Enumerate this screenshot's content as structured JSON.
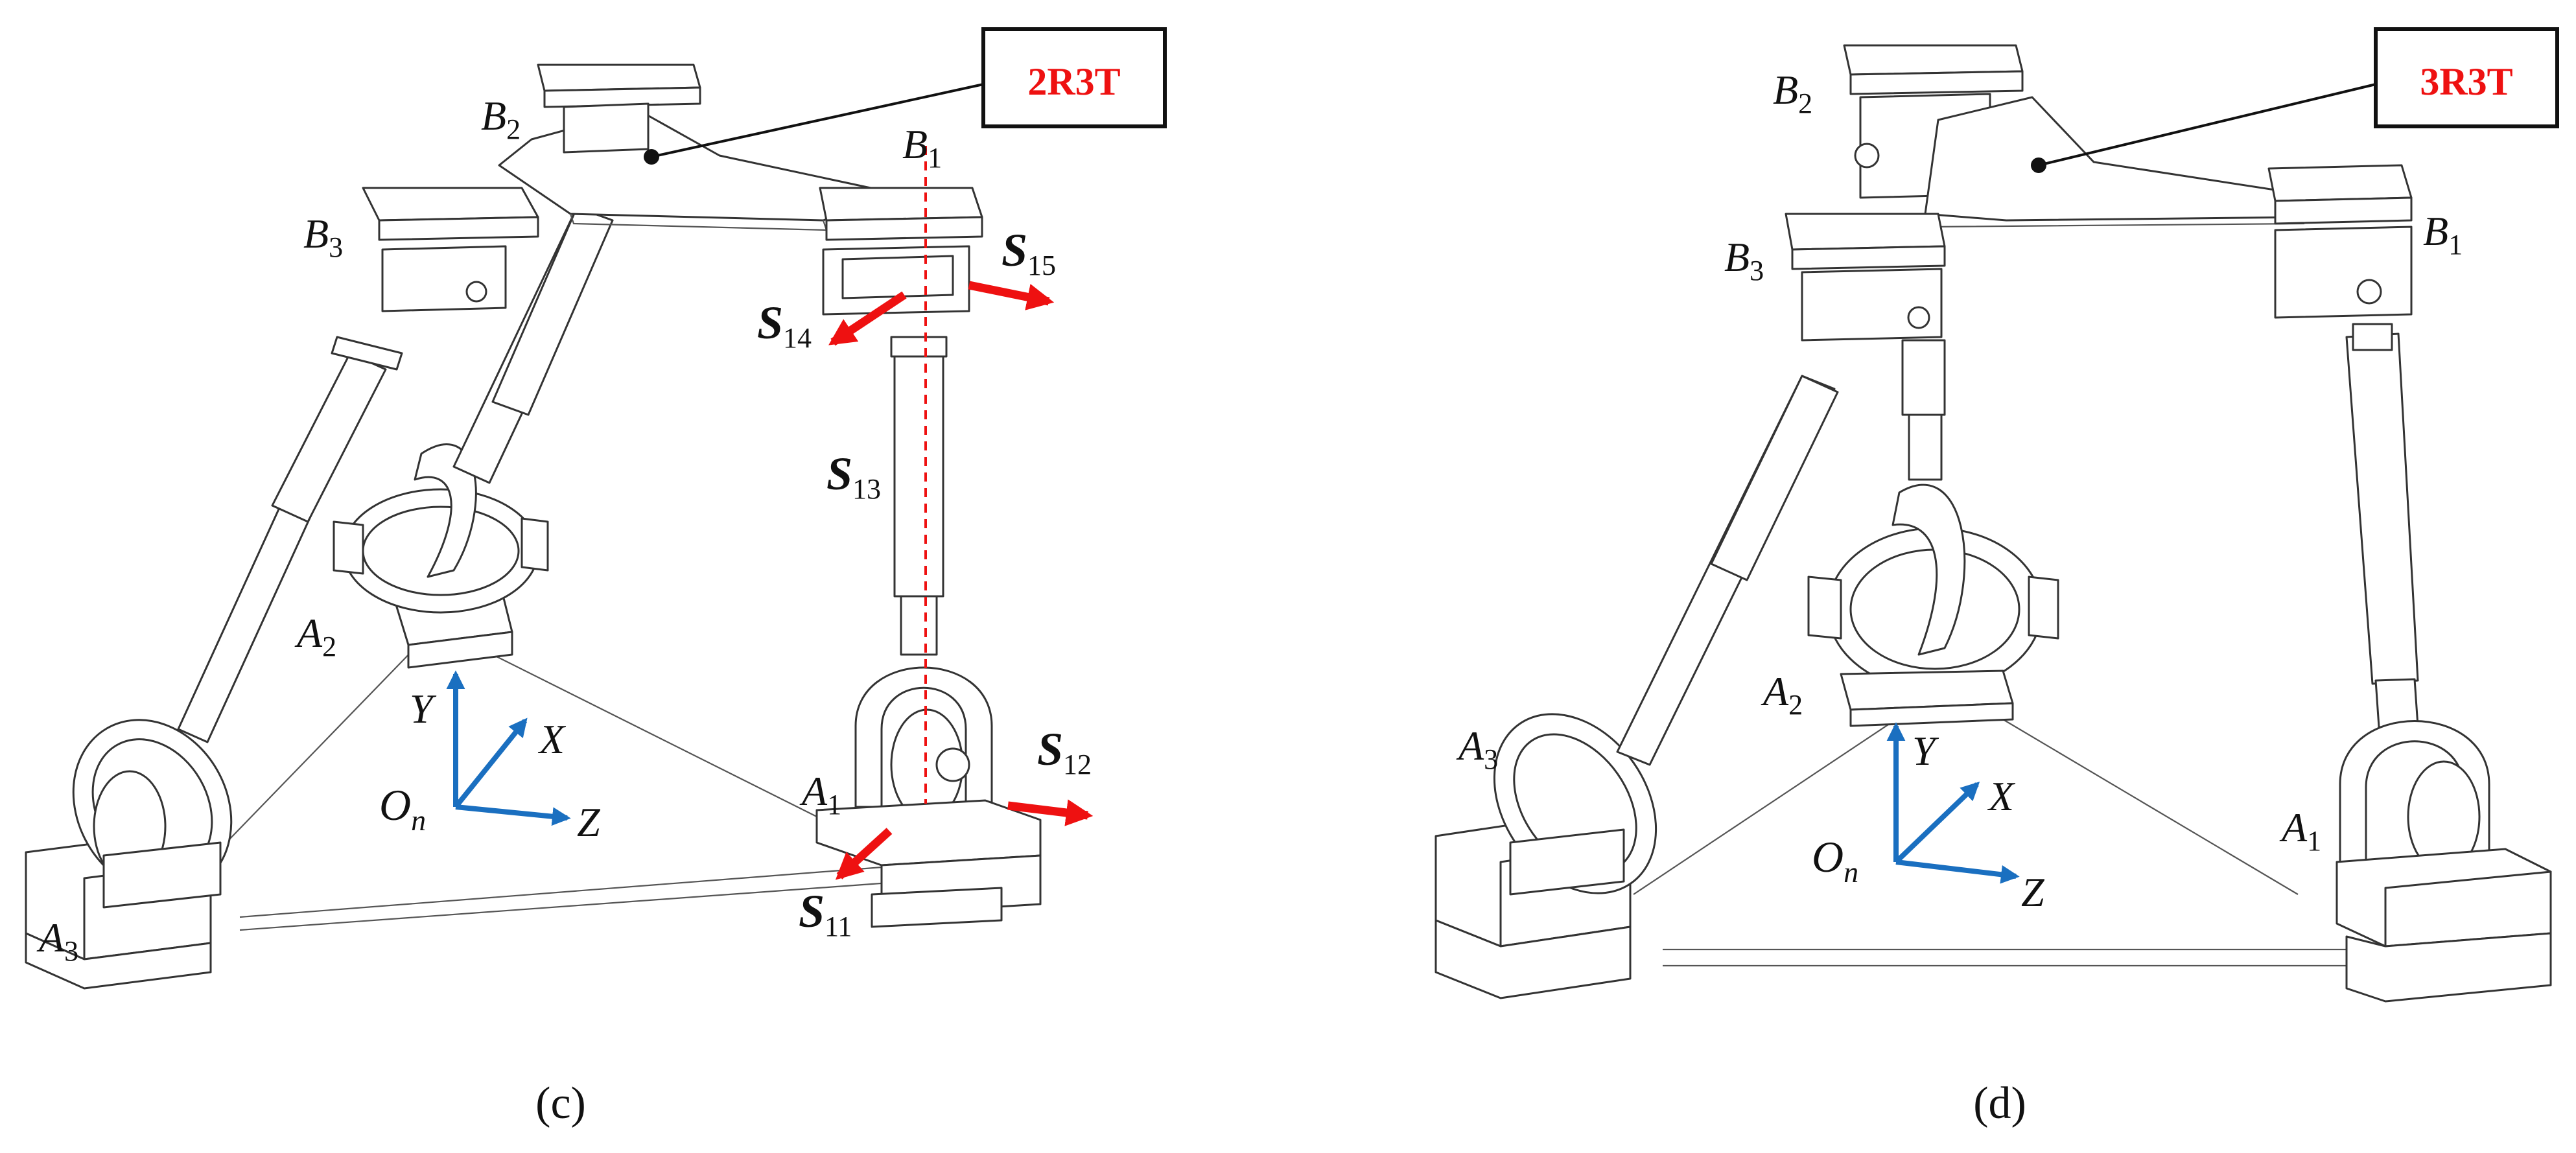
{
  "colors": {
    "accent_red": "#ee1111",
    "axis_blue": "#1a6fc0",
    "line": "#333333"
  },
  "panel_c": {
    "tag": "2R3T",
    "caption": "(c)",
    "joints": {
      "A1": {
        "main": "A",
        "sub": "1"
      },
      "A2": {
        "main": "A",
        "sub": "2"
      },
      "A3": {
        "main": "A",
        "sub": "3"
      },
      "B1": {
        "main": "B",
        "sub": "1"
      },
      "B2": {
        "main": "B",
        "sub": "2"
      },
      "B3": {
        "main": "B",
        "sub": "3"
      }
    },
    "screws": {
      "S11": {
        "main": "S",
        "sub": "11"
      },
      "S12": {
        "main": "S",
        "sub": "12"
      },
      "S13": {
        "main": "S",
        "sub": "13"
      },
      "S14": {
        "main": "S",
        "sub": "14"
      },
      "S15": {
        "main": "S",
        "sub": "15"
      }
    },
    "axes": {
      "x": "X",
      "y": "Y",
      "z": "Z",
      "origin": "O",
      "origin_sub": "n"
    }
  },
  "panel_d": {
    "tag": "3R3T",
    "caption": "(d)",
    "joints": {
      "A1": {
        "main": "A",
        "sub": "1"
      },
      "A2": {
        "main": "A",
        "sub": "2"
      },
      "A3": {
        "main": "A",
        "sub": "3"
      },
      "B1": {
        "main": "B",
        "sub": "1"
      },
      "B2": {
        "main": "B",
        "sub": "2"
      },
      "B3": {
        "main": "B",
        "sub": "3"
      }
    },
    "axes": {
      "x": "X",
      "y": "Y",
      "z": "Z",
      "origin": "O",
      "origin_sub": "n"
    }
  }
}
